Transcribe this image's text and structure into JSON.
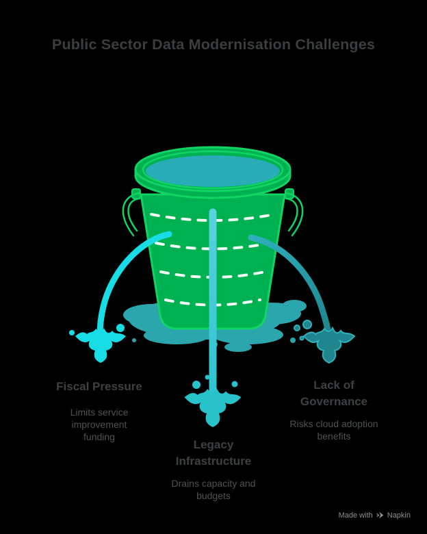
{
  "title": "Public Sector Data Modernisation Challenges",
  "labels": [
    {
      "id": "fiscal",
      "title": "Fiscal Pressure",
      "subtitle": "Limits service improvement funding"
    },
    {
      "id": "legacy",
      "title": "Legacy Infrastructure",
      "subtitle": "Drains capacity and budgets"
    },
    {
      "id": "governance",
      "title": "Lack of Governance",
      "subtitle": "Risks cloud adoption benefits"
    }
  ],
  "watermark": {
    "prefix": "Made with",
    "brand": "Napkin",
    "icon": "napkin-logo-icon"
  },
  "colors": {
    "background": "#000000",
    "title_text": "#3b3e40",
    "label_title_text": "#3d4144",
    "label_subtitle_text": "#4e5255",
    "watermark_text": "#8f9091",
    "bucket_outline": "#10d463",
    "bucket_fill": "#00b152",
    "water": "#28adb8",
    "puddle": "#2ba6ad",
    "dash_line": "#f2fbf4",
    "stream_left": "#18dce6",
    "stream_mid_top": "#5ad2de",
    "stream_mid_bottom": "#2ac2cf",
    "splash_mid": "#28c2ca",
    "stream_right_start": "#2fb0bc",
    "stream_right_end": "#1e858d",
    "splash_right": "#1f868e",
    "splash_right_stroke": "#2fb2bc"
  }
}
